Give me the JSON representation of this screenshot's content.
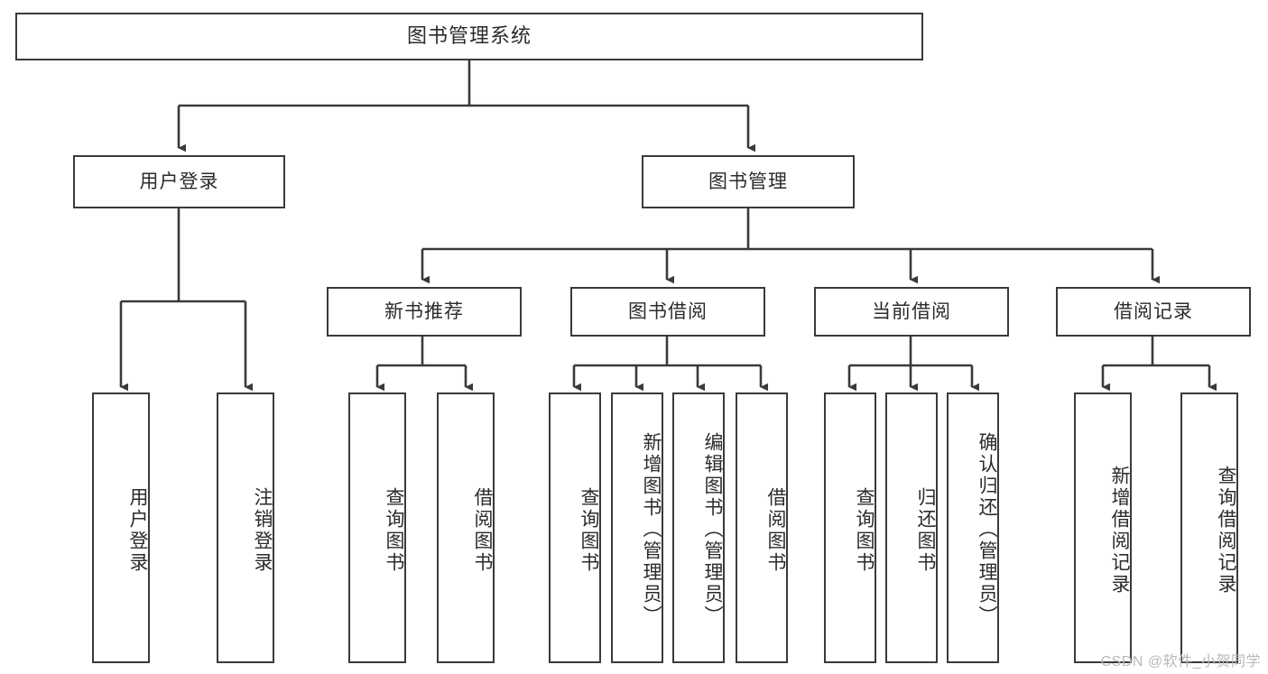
{
  "diagram": {
    "type": "tree-hierarchy-chart",
    "title": "图书管理系统",
    "colors": {
      "stroke": "#3a3a3a",
      "fill": "#ffffff",
      "text": "#2b2b2b",
      "watermark": "#b9b9b9"
    },
    "watermark": "CSDN @软件_小贺同学",
    "levels": {
      "level1": [
        "图书管理系统"
      ],
      "level2": [
        "用户登录",
        "图书管理"
      ],
      "level3": [
        "新书推荐",
        "图书借阅",
        "当前借阅",
        "借阅记录"
      ],
      "level4": [
        "用户登录",
        "注销登录",
        "查询图书",
        "借阅图书",
        "查询图书",
        "新增图书（管理员）",
        "编辑图书（管理员）",
        "借阅图书",
        "查询图书",
        "归还图书",
        "确认归还（管理员）",
        "新增借阅记录",
        "查询借阅记录"
      ]
    },
    "nodes": {
      "root": {
        "label": "图书管理系统"
      },
      "user_login": {
        "label": "用户登录"
      },
      "book_manage": {
        "label": "图书管理"
      },
      "new_book_rec": {
        "label": "新书推荐"
      },
      "book_borrow": {
        "label": "图书借阅"
      },
      "current_borrow": {
        "label": "当前借阅"
      },
      "borrow_record": {
        "label": "借阅记录"
      },
      "leaf_user_login": {
        "label": "用户登录"
      },
      "leaf_logout": {
        "label": "注销登录"
      },
      "leaf_query_book_1": {
        "label": "查询图书"
      },
      "leaf_borrow_book_1": {
        "label": "借阅图书"
      },
      "leaf_query_book_2": {
        "label": "查询图书"
      },
      "leaf_add_book": {
        "label": "新增图书（管理员）"
      },
      "leaf_edit_book": {
        "label": "编辑图书（管理员）"
      },
      "leaf_borrow_book_2": {
        "label": "借阅图书"
      },
      "leaf_query_book_3": {
        "label": "查询图书"
      },
      "leaf_return_book": {
        "label": "归还图书"
      },
      "leaf_confirm_return": {
        "label": "确认归还（管理员）"
      },
      "leaf_add_record": {
        "label": "新增借阅记录"
      },
      "leaf_query_record": {
        "label": "查询借阅记录"
      }
    },
    "edges": [
      {
        "from": "root",
        "to": "user_login"
      },
      {
        "from": "root",
        "to": "book_manage"
      },
      {
        "from": "user_login",
        "to": "leaf_user_login"
      },
      {
        "from": "user_login",
        "to": "leaf_logout"
      },
      {
        "from": "book_manage",
        "to": "new_book_rec"
      },
      {
        "from": "book_manage",
        "to": "book_borrow"
      },
      {
        "from": "book_manage",
        "to": "current_borrow"
      },
      {
        "from": "book_manage",
        "to": "borrow_record"
      },
      {
        "from": "new_book_rec",
        "to": "leaf_query_book_1"
      },
      {
        "from": "new_book_rec",
        "to": "leaf_borrow_book_1"
      },
      {
        "from": "book_borrow",
        "to": "leaf_query_book_2"
      },
      {
        "from": "book_borrow",
        "to": "leaf_add_book"
      },
      {
        "from": "book_borrow",
        "to": "leaf_edit_book"
      },
      {
        "from": "book_borrow",
        "to": "leaf_borrow_book_2"
      },
      {
        "from": "current_borrow",
        "to": "leaf_query_book_3"
      },
      {
        "from": "current_borrow",
        "to": "leaf_return_book"
      },
      {
        "from": "current_borrow",
        "to": "leaf_confirm_return"
      },
      {
        "from": "borrow_record",
        "to": "leaf_add_record"
      },
      {
        "from": "borrow_record",
        "to": "leaf_query_record"
      }
    ]
  }
}
